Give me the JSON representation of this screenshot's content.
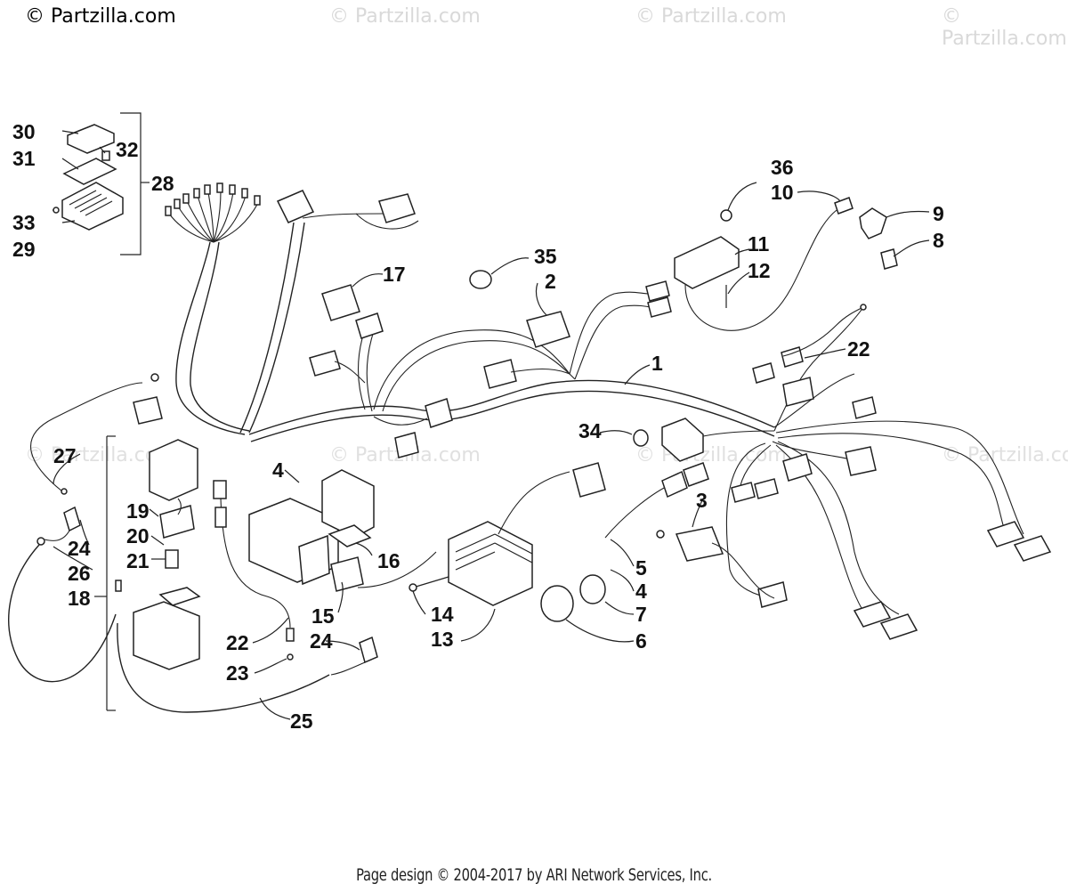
{
  "header": {
    "brand_text": "© Partzilla.com",
    "ghost_brand_text": "© Partzilla.com"
  },
  "footer": {
    "credit_text": "Page design © 2004-2017 by ARI Network Services, Inc."
  },
  "diagram": {
    "callouts": [
      "30",
      "31",
      "32",
      "28",
      "33",
      "29",
      "36",
      "10",
      "9",
      "11",
      "8",
      "12",
      "35",
      "2",
      "17",
      "22",
      "1",
      "27",
      "34",
      "4",
      "19",
      "16",
      "3",
      "20",
      "24",
      "21",
      "26",
      "18",
      "5",
      "15",
      "4",
      "14",
      "7",
      "13",
      "6",
      "22",
      "24",
      "23",
      "25"
    ]
  },
  "colors": {
    "line": "#222222",
    "watermark": "#d9d9d9",
    "background": "#ffffff"
  }
}
